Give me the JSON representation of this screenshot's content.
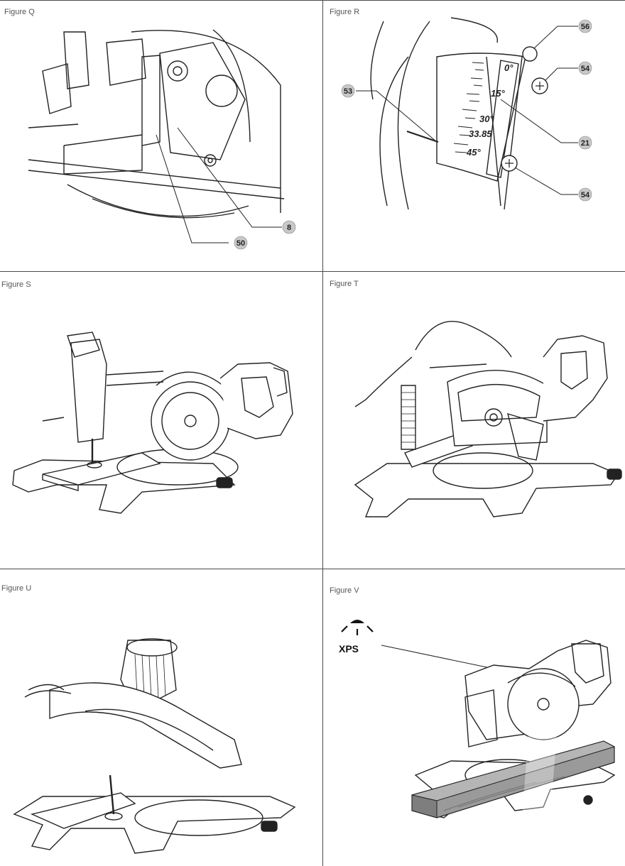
{
  "figures": [
    {
      "id": "Q",
      "label": "Figure Q",
      "callouts": [
        "8",
        "50"
      ]
    },
    {
      "id": "R",
      "label": "Figure R",
      "callouts": [
        "56",
        "54",
        "53",
        "21",
        "54"
      ],
      "scale_marks": [
        "0°",
        "15°",
        "30°",
        "33.85",
        "45°"
      ]
    },
    {
      "id": "S",
      "label": "Figure S"
    },
    {
      "id": "T",
      "label": "Figure T"
    },
    {
      "id": "U",
      "label": "Figure U"
    },
    {
      "id": "V",
      "label": "Figure V",
      "badge": "XPS"
    }
  ],
  "colors": {
    "line": "#222222",
    "callout_fill": "#c8c8c8",
    "divider": "#4a4a4a",
    "wood": "#9a9a9a"
  },
  "icons": [
    "xps-light-icon"
  ]
}
